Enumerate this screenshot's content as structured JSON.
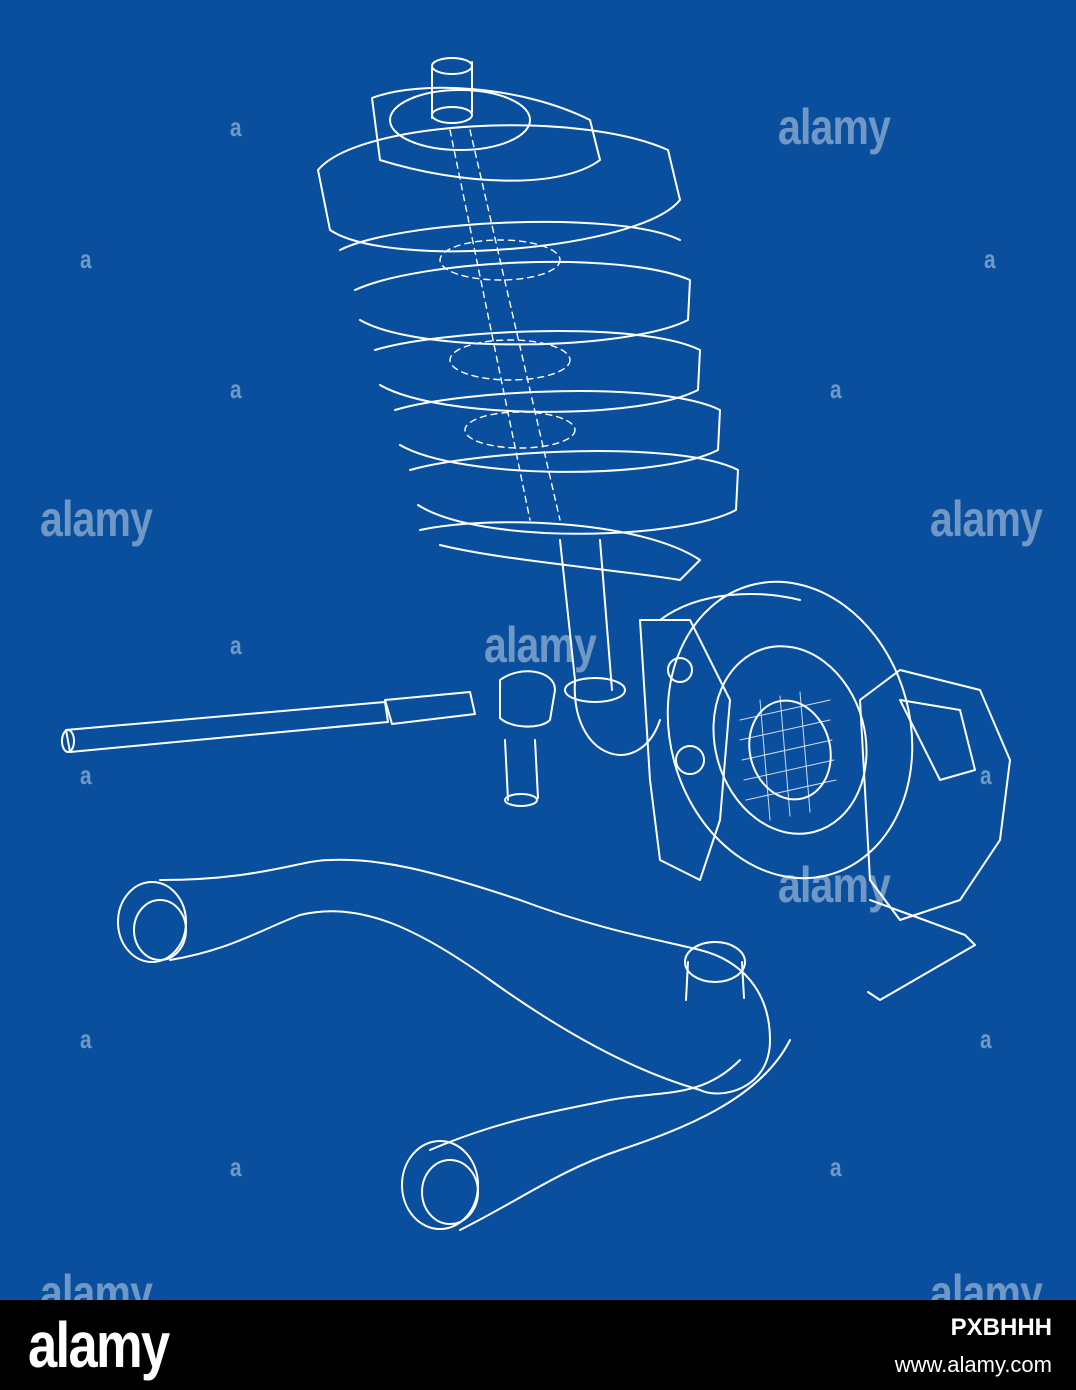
{
  "watermarks": {
    "text": "alamy",
    "small_mark": "a"
  },
  "footer": {
    "logo": "alamy",
    "image_id": "PXBHHH",
    "url": "www.alamy.com"
  },
  "colors": {
    "background": "#0a4f9e",
    "line": "#ffffff",
    "footer": "#000000"
  }
}
